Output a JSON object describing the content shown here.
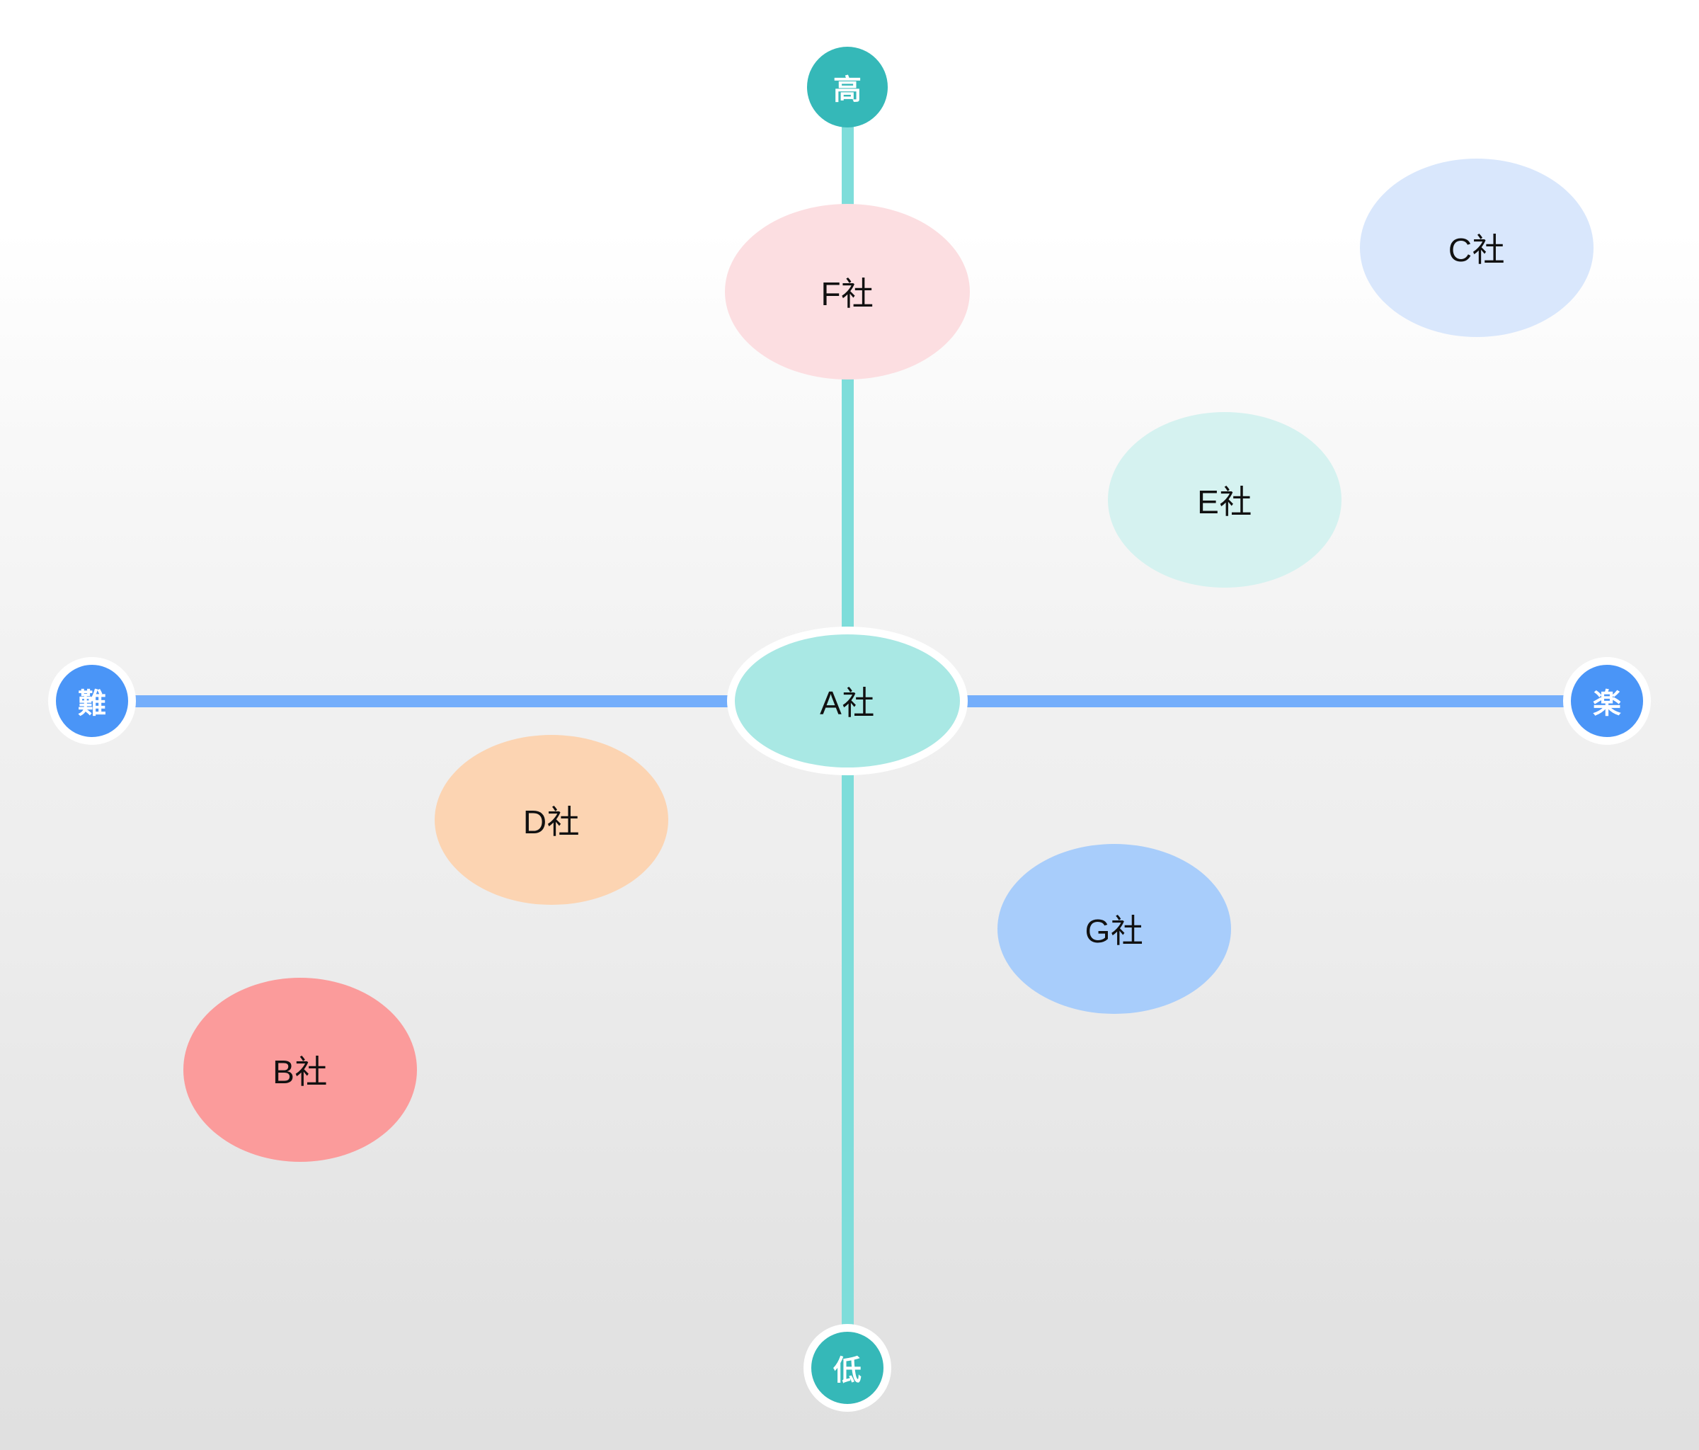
{
  "diagram": {
    "title": "positioning-map",
    "type": "2x2-positioning-map",
    "background_gradient": [
      "#ffffff",
      "#e0e0e0"
    ]
  },
  "axes": {
    "vertical": {
      "name": "vertical-axis",
      "color": "#7eddda",
      "top_label": "高",
      "bottom_label": "低"
    },
    "horizontal": {
      "name": "horizontal-axis",
      "color": "#74aefb",
      "left_label": "難",
      "right_label": "楽"
    }
  },
  "caps": {
    "high": {
      "label": "高",
      "color": "#35b8b8",
      "text_color": "#ffffff"
    },
    "low": {
      "label": "低",
      "color": "#35b8b8",
      "text_color": "#ffffff"
    },
    "hard": {
      "label": "難",
      "color": "#4a95f7",
      "text_color": "#ffffff"
    },
    "easy": {
      "label": "楽",
      "color": "#4a95f7",
      "text_color": "#ffffff"
    }
  },
  "bubbles": [
    {
      "id": "A",
      "label": "A社",
      "color": "#a9e8e4",
      "ring": true
    },
    {
      "id": "B",
      "label": "B社",
      "color": "#fb9b9b",
      "ring": false
    },
    {
      "id": "C",
      "label": "C社",
      "color": "#d9e7fc",
      "ring": false
    },
    {
      "id": "D",
      "label": "D社",
      "color": "#fcd4b2",
      "ring": false
    },
    {
      "id": "E",
      "label": "E社",
      "color": "#d5f2f0",
      "ring": false
    },
    {
      "id": "F",
      "label": "F社",
      "color": "#fcdee1",
      "ring": false
    },
    {
      "id": "G",
      "label": "G社",
      "color": "#a8cdfb",
      "ring": false
    }
  ],
  "chart_data": {
    "type": "scatter",
    "title": "",
    "xlabel": "難 ←→ 楽",
    "ylabel": "低 ←→ 高",
    "xlim": [
      0,
      100
    ],
    "ylim": [
      0,
      100
    ],
    "grid": false,
    "legend": "none",
    "axis_endpoint_labels": {
      "x_left": "難",
      "x_right": "楽",
      "y_top": "高",
      "y_bottom": "低"
    },
    "points": [
      {
        "name": "A社",
        "x": 50,
        "y": 50
      },
      {
        "name": "F社",
        "x": 50,
        "y": 82
      },
      {
        "name": "C社",
        "x": 87,
        "y": 85
      },
      {
        "name": "E社",
        "x": 72,
        "y": 66
      },
      {
        "name": "G社",
        "x": 65,
        "y": 35
      },
      {
        "name": "D社",
        "x": 32,
        "y": 42
      },
      {
        "name": "B社",
        "x": 17,
        "y": 25
      }
    ]
  }
}
